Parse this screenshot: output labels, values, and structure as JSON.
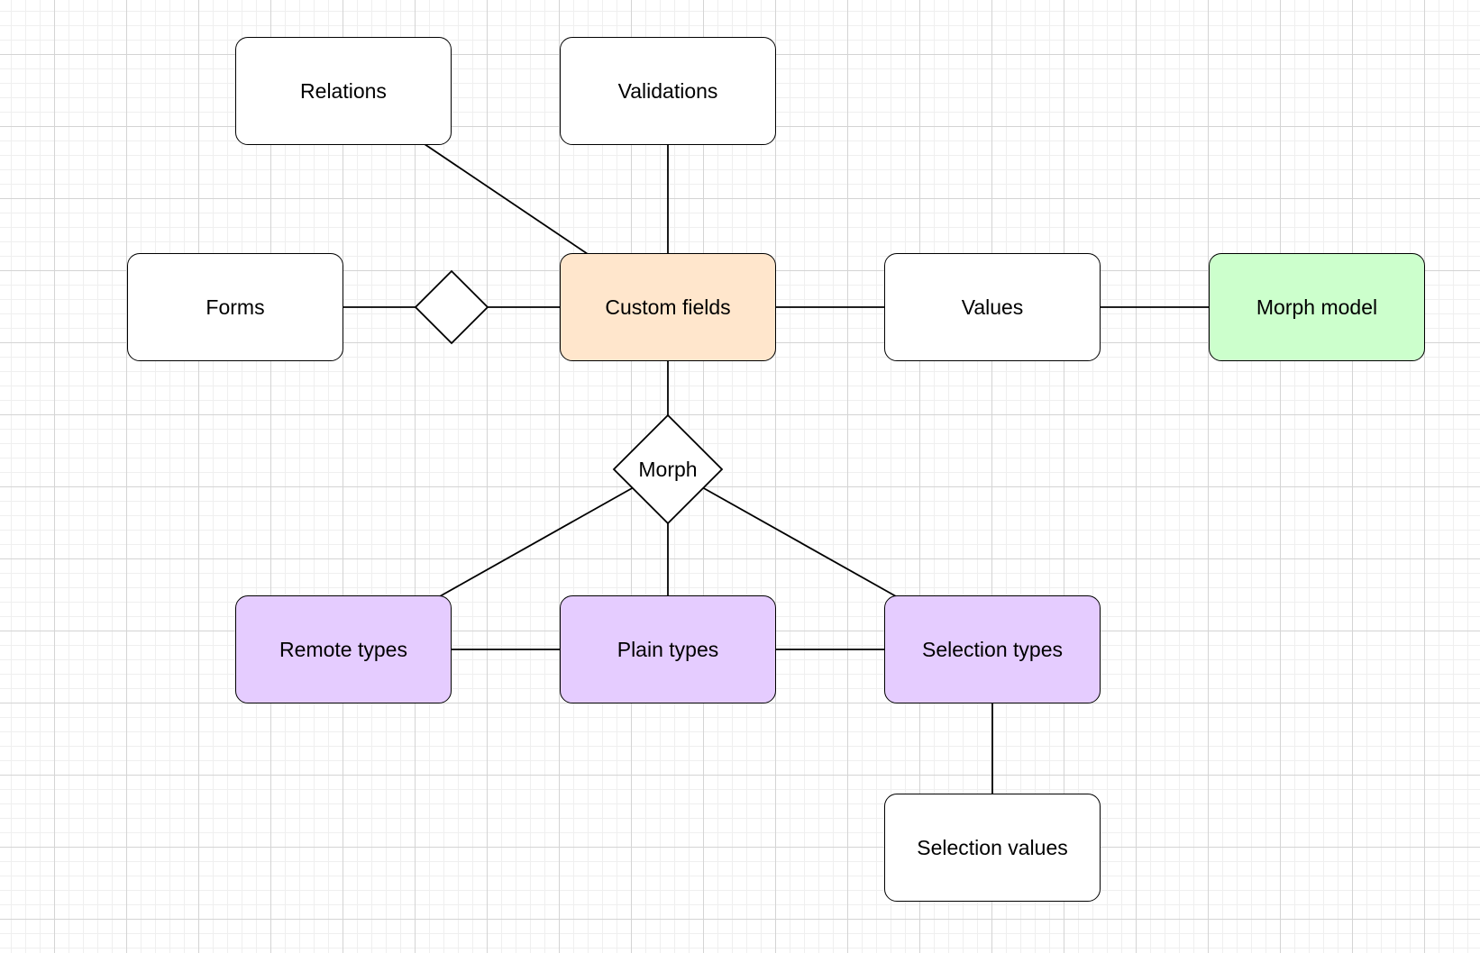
{
  "colors": {
    "default_fill": "#ffffff",
    "central_fill": "#ffe6cc",
    "morph_model_fill": "#ccffcc",
    "type_fill": "#e5ccff",
    "stroke": "#000000",
    "grid": "#d4d4d4"
  },
  "nodes": {
    "relations": "Relations",
    "validations": "Validations",
    "forms": "Forms",
    "custom_fields": "Custom fields",
    "values": "Values",
    "morph_model": "Morph model",
    "remote_types": "Remote types",
    "plain_types": "Plain types",
    "selection_types": "Selection types",
    "selection_values": "Selection values"
  },
  "diamonds": {
    "forms_link": "",
    "morph": "Morph"
  }
}
